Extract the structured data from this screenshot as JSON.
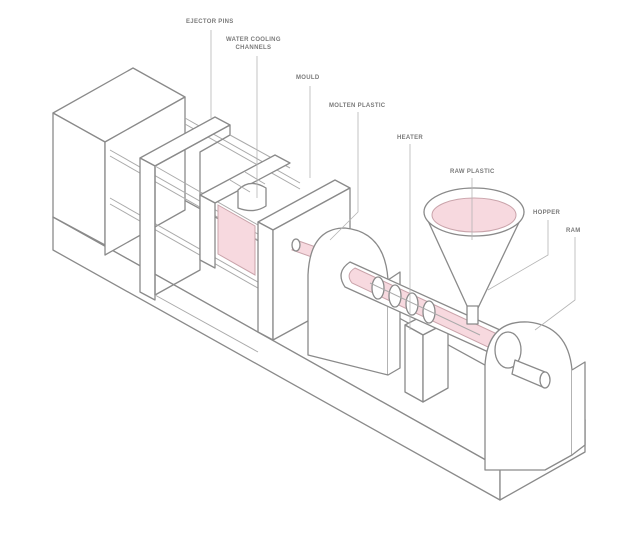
{
  "diagram": {
    "labels": {
      "ejector_pins": "EJECTOR PINS",
      "water_cooling_channels_1": "WATER COOLING",
      "water_cooling_channels_2": "CHANNELS",
      "mould": "MOULD",
      "molten_plastic": "MOLTEN PLASTIC",
      "heater": "HEATER",
      "raw_plastic": "RAW PLASTIC",
      "hopper": "HOPPER",
      "ram": "RAM"
    },
    "colors": {
      "plastic": "#f7d9df",
      "outline": "#8a8a8a"
    }
  }
}
